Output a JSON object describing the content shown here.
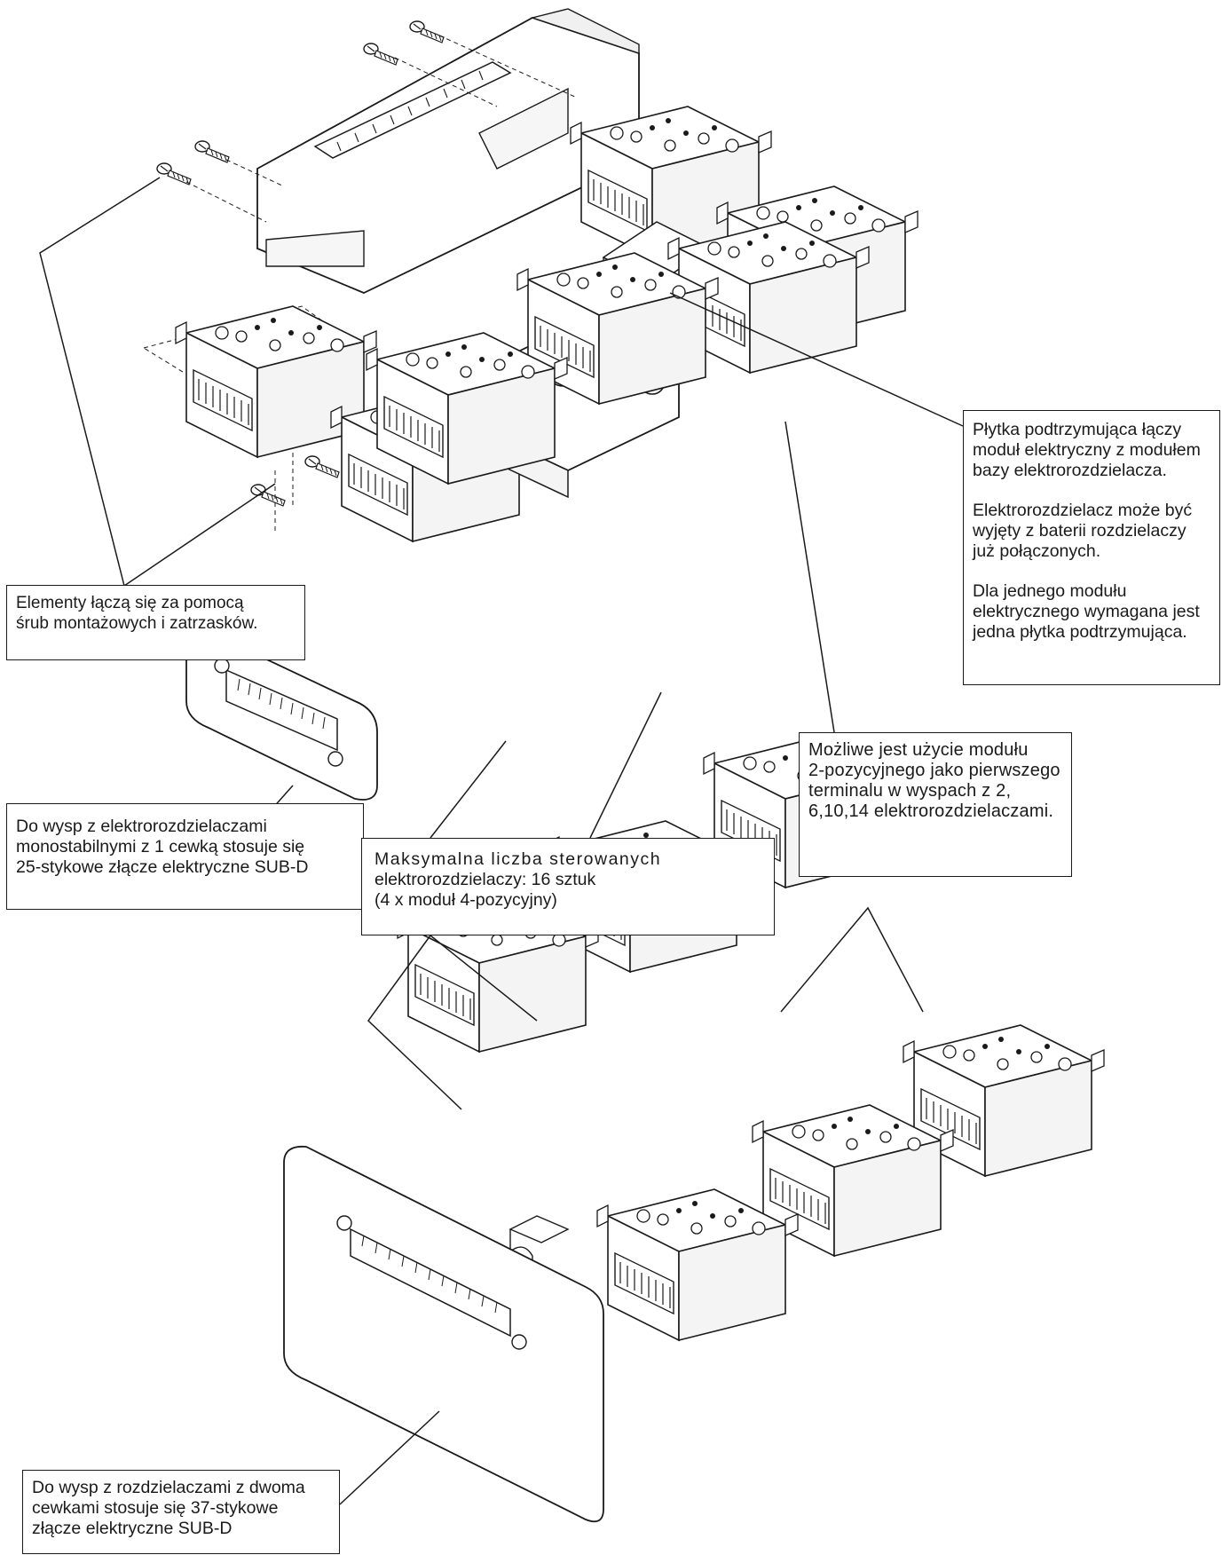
{
  "callouts": {
    "fasteners": {
      "lines": [
        "Elementy łączą się za pomocą",
        "śrub montażowych i zatrzasków."
      ]
    },
    "support_plate": {
      "paragraph1": [
        "Płytka podtrzymująca łączy",
        "moduł elektryczny z modułem",
        "bazy elektrorozdzielacza."
      ],
      "paragraph2": [
        "Elektrorozdzielacz może być",
        "wyjęty z baterii rozdzielaczy",
        "już połączonych."
      ],
      "paragraph3": [
        "Dla jednego modułu",
        "elektrycznego wymagana jest",
        "jedna płytka podtrzymująca."
      ]
    },
    "two_position_module": {
      "lines": [
        "Możliwe jest użycie modułu",
        "2-pozycyjnego jako pierwszego",
        "terminalu w wyspach z 2,",
        "6,10,14 elektrorozdzielaczami."
      ]
    },
    "sub_d_25": {
      "lines": [
        "Do wysp z elektrorozdzielaczami",
        "monostabilnymi z 1 cewką stosuje się",
        "25-stykowe złącze elektryczne SUB-D"
      ]
    },
    "max_valves": {
      "lines": [
        "Maksymalna liczba sterowanych",
        "elektrorozdzielaczy: 16 sztuk",
        "(4 x moduł 4-pozycyjny)"
      ]
    },
    "sub_d_37": {
      "lines": [
        "Do wysp z rozdzielaczami z dwoma",
        "cewkami stosuje się 37-stykowe",
        "złącze elektryczne SUB-D"
      ]
    }
  },
  "colors": {
    "line": "#1a1a1a",
    "fill": "#ffffff",
    "shade": "#e6e6e6"
  }
}
